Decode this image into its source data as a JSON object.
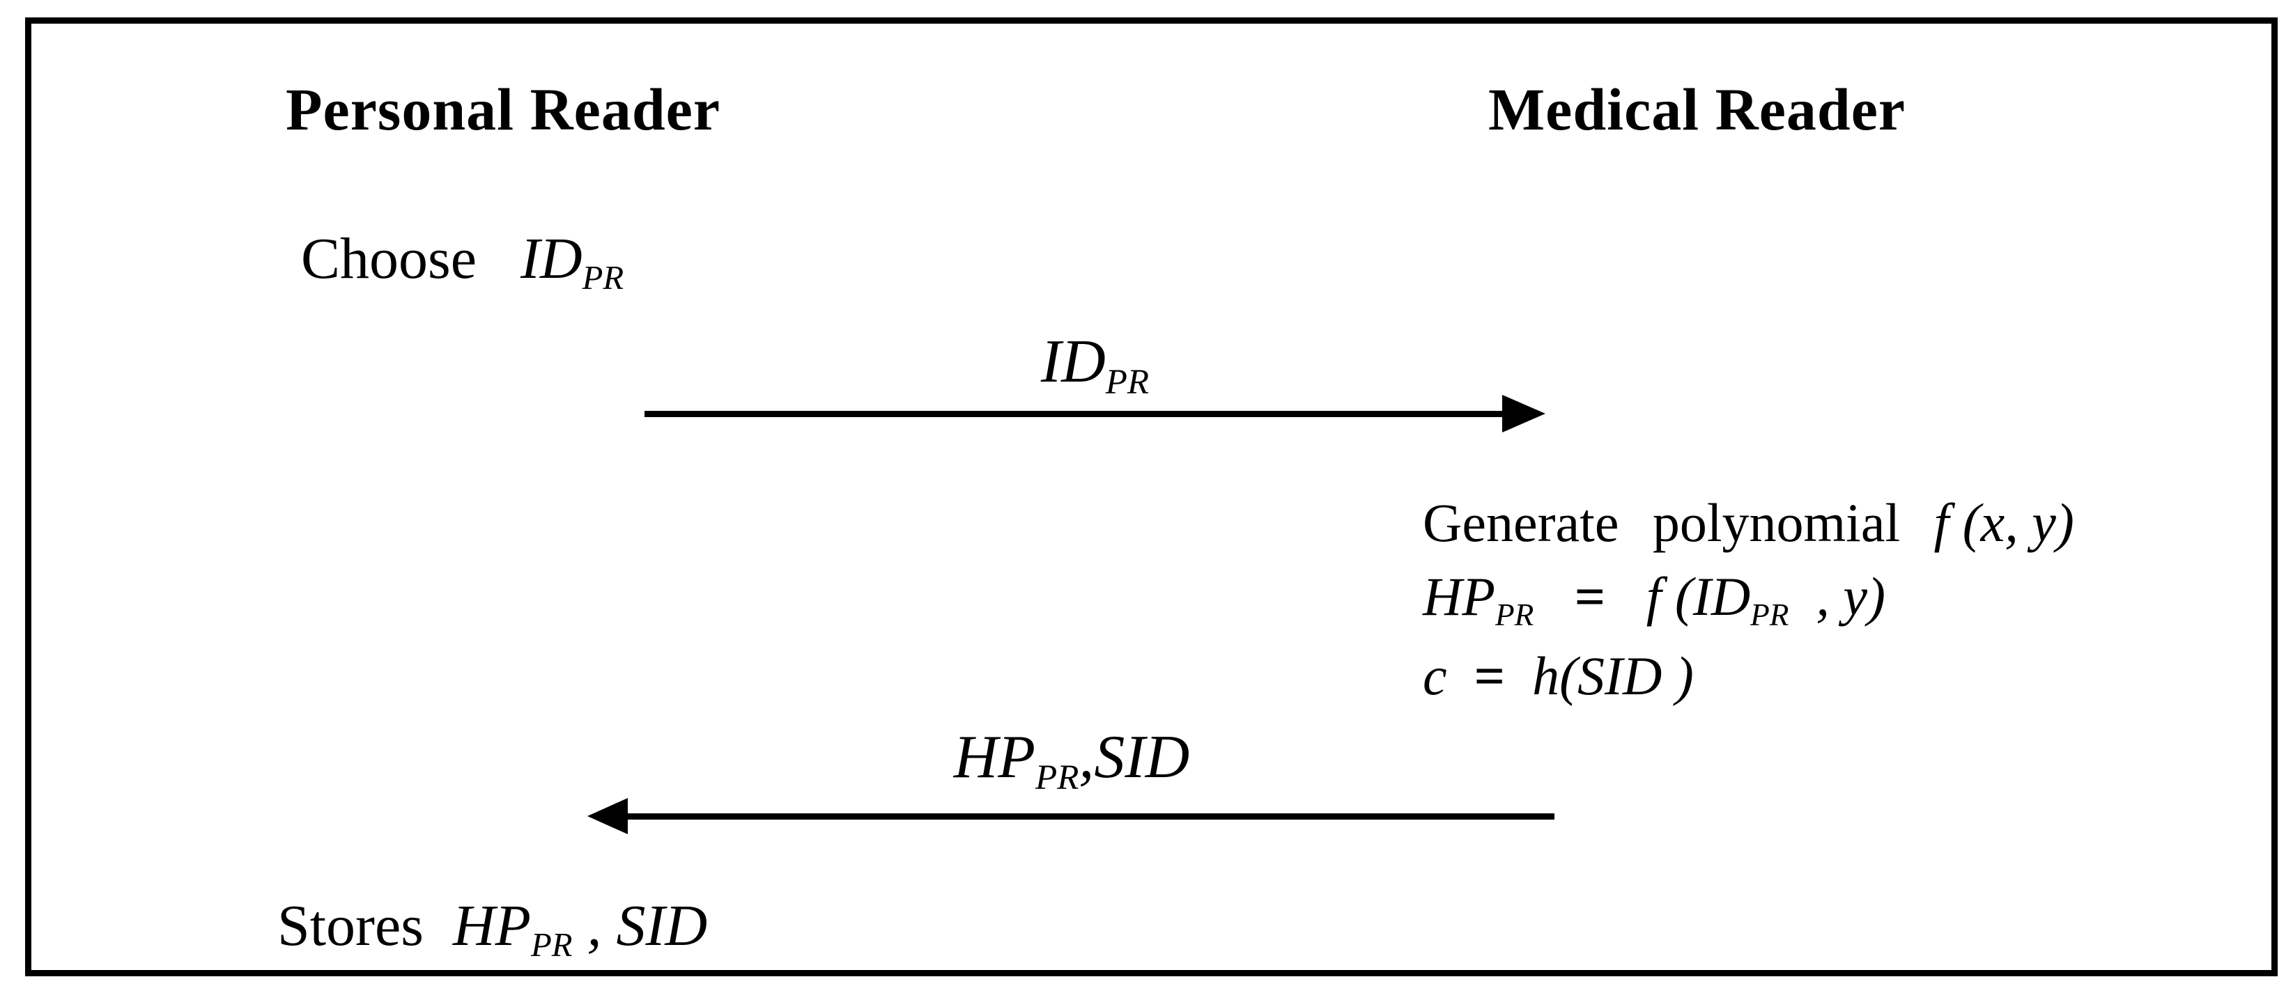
{
  "figure": {
    "background": "#ffffff",
    "ink": "#000000"
  },
  "actors": {
    "left": "Personal Reader",
    "right": "Medical Reader"
  },
  "left_column": {
    "choose": {
      "verb": "Choose",
      "var": "ID",
      "var_sub": "PR"
    },
    "stores": {
      "verb": "Stores",
      "var1": "HP",
      "var1_sub": "PR",
      "comma": ",",
      "var2": "SID"
    }
  },
  "right_column": {
    "generate": {
      "verb": "Generate",
      "noun": "polynomial",
      "expr": "f (x, y)"
    },
    "hp_assign": {
      "lhs": "HP",
      "lhs_sub": "PR",
      "eq": "=",
      "rhs_head": "f (ID",
      "rhs_sub": "PR",
      "rhs_tail": ", y)"
    },
    "c_assign": {
      "lhs": "c",
      "eq": "=",
      "rhs": "h(SID )"
    }
  },
  "messages": {
    "to_medical": {
      "var": "ID",
      "var_sub": "PR"
    },
    "to_personal": {
      "var1": "HP",
      "var1_sub": "PR",
      "comma": ",",
      "var2": "SID"
    }
  }
}
